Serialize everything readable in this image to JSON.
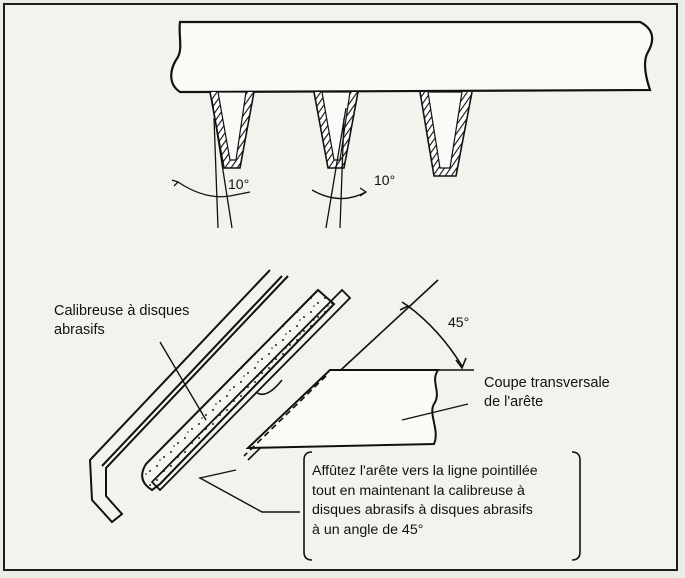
{
  "angle_top_left": "10°",
  "angle_top_right": "10°",
  "angle_bottom": "45°",
  "label_grinder": "Calibreuse à disques\nabrasifs",
  "label_section": "Coupe transversale\nde l'arête",
  "note": [
    "Affûtez l'arête vers la ligne pointillée",
    "tout en maintenant la calibreuse à",
    "disques abrasifs à disques abrasifs",
    "à un angle de 45°"
  ]
}
